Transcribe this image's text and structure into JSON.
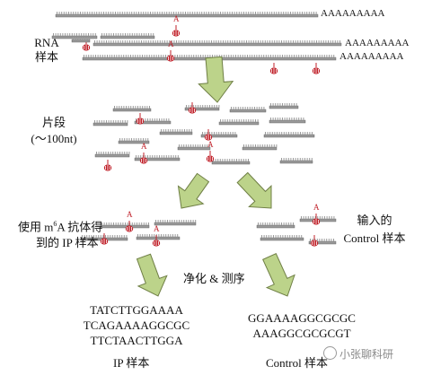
{
  "labels": {
    "rna_sample": "RNA\n样本",
    "fragments": "片段\n(～100nt)",
    "ip_sample_prefix": "使用 m",
    "ip_sample_sup": "6",
    "ip_sample_suffix": "A 抗体得",
    "ip_sample_line2": "到的 IP 样本",
    "input_line1": "输入的",
    "input_line2": "Control 样本",
    "purify_seq": "净化 & 测序",
    "ip_result": "IP 样本",
    "control_result": "Control 样本",
    "poly_a": "AAAAAAAAA",
    "m6a_mark": "A"
  },
  "sequences": {
    "ip": [
      "TATCTTGGAAAA",
      "TCAGAAAAGGCGC",
      "TTCTAACTTGGA"
    ],
    "control": [
      "GGAAAAGGCGCGC",
      "AAAGGCGCGCGT"
    ]
  },
  "watermark": "小张聊科研",
  "colors": {
    "strand": "#9a9a9a",
    "strand_edge": "#555555",
    "mark": "#c0212a",
    "arrow_fill": "#bcd38a",
    "arrow_edge": "#6f7f45"
  }
}
